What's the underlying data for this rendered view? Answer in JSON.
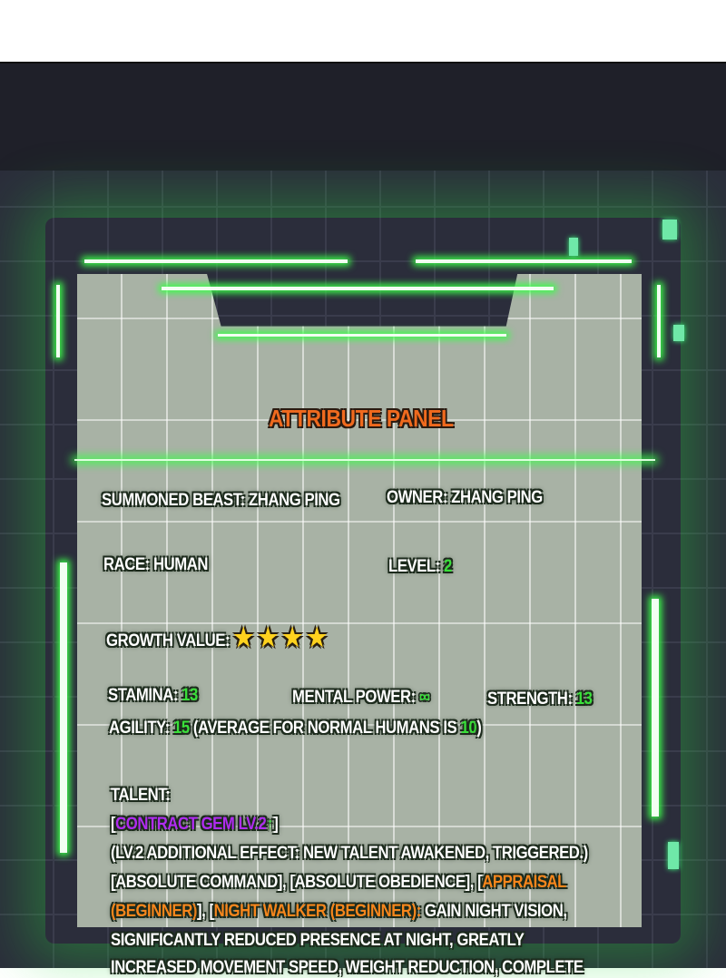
{
  "panel": {
    "title": "ATTRIBUTE PANEL",
    "summoned_beast": {
      "label": "SUMMONED BEAST:",
      "value": "ZHANG PING"
    },
    "owner": {
      "label": "OWNER:",
      "value": "ZHANG PING"
    },
    "race": {
      "label": "RACE:",
      "value": "HUMAN"
    },
    "level": {
      "label": "LEVEL:",
      "value": "2"
    },
    "growth": {
      "label": "GROWTH VALUE:",
      "stars": 4,
      "star_glyph": "★"
    },
    "stamina": {
      "label": "STAMINA:",
      "value": "13"
    },
    "mental_power": {
      "label": "MENTAL POWER:",
      "value": "∞"
    },
    "strength": {
      "label": "STRENGTH:",
      "value": "13"
    },
    "agility": {
      "label": "AGILITY:",
      "value": "15",
      "note_pre": "(AVERAGE FOR NORMAL HUMANS IS",
      "note_value": "10",
      "note_post": ")"
    },
    "talent": {
      "label": "TALENT:",
      "gem_open": "[",
      "gem": "CONTRACT GEM LV.2",
      "gem_arrow": "↑",
      "gem_close": "]",
      "line2": "(LV.2 ADDITIONAL EFFECT: NEW TALENT AWAKENED, TRIGGERED.)",
      "line3_a": "[ABSOLUTE COMMAND], [ABSOLUTE OBEDIENCE], [",
      "line3_b": "APPRAISAL",
      "line4_a": "(BEGINNER)",
      "line4_b": "], [",
      "line4_c": "NIGHT WALKER (BEGINNER):",
      "line4_d": " GAIN NIGHT VISION,",
      "line5": "SIGNIFICANTLY REDUCED PRESENCE AT NIGHT, GREATLY",
      "line6": "INCREASED MOVEMENT SPEED, WEIGHT REDUCTION, COMPLETE"
    }
  },
  "colors": {
    "accent_green": "#3adf3a",
    "title_orange": "#f06a1e",
    "gem_purple": "#b02cf0",
    "skill_orange": "#f7861c"
  }
}
